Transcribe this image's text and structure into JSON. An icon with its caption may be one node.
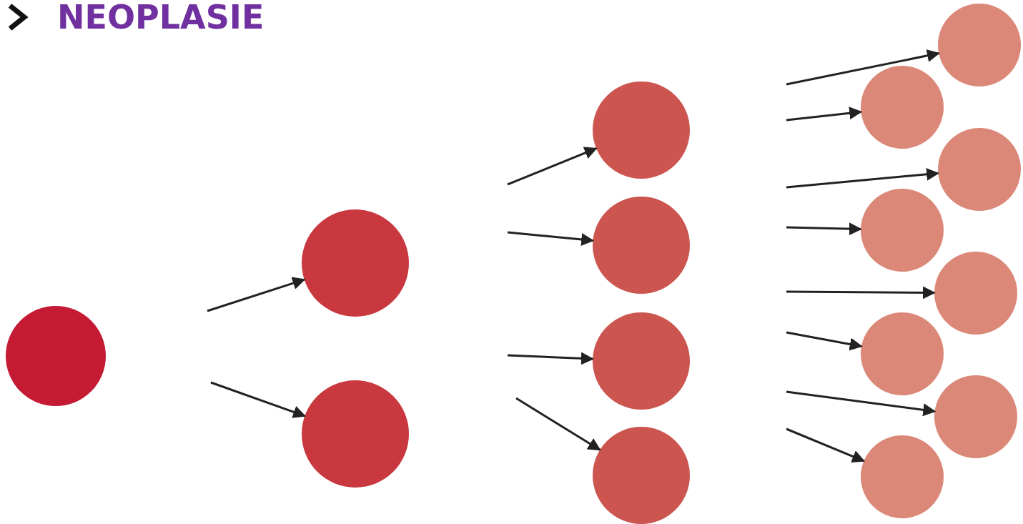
{
  "diagram": {
    "title": "NEOPLASIE",
    "nodes": [
      {
        "text": [],
        "shape": "circle"
      },
      {
        "text": [],
        "shape": "circle"
      },
      {
        "text": [],
        "shape": "circle"
      },
      {
        "text": [],
        "shape": "circle"
      },
      {
        "text": [],
        "shape": "circle"
      },
      {
        "text": [],
        "shape": "circle"
      },
      {
        "text": [],
        "shape": "circle"
      },
      {
        "text": [],
        "shape": "circle"
      },
      {
        "text": [],
        "shape": "circle"
      },
      {
        "text": [],
        "shape": "circle"
      },
      {
        "text": [],
        "shape": "circle"
      },
      {
        "text": [],
        "shape": "circle"
      },
      {
        "text": [],
        "shape": "circle"
      },
      {
        "text": [],
        "shape": "circle"
      },
      {
        "text": [],
        "shape": "circle"
      }
    ],
    "edges": [
      {
        "from": null,
        "to": 1,
        "arrow": "to"
      },
      {
        "from": null,
        "to": 2,
        "arrow": "to"
      },
      {
        "from": null,
        "to": 3,
        "arrow": "to"
      },
      {
        "from": null,
        "to": 4,
        "arrow": "to"
      },
      {
        "from": null,
        "to": 5,
        "arrow": "to"
      },
      {
        "from": null,
        "to": 6,
        "arrow": "to"
      },
      {
        "from": null,
        "to": 7,
        "arrow": "to"
      },
      {
        "from": null,
        "to": 8,
        "arrow": "to"
      },
      {
        "from": null,
        "to": 9,
        "arrow": "to"
      },
      {
        "from": null,
        "to": 10,
        "arrow": "to"
      },
      {
        "from": null,
        "to": 11,
        "arrow": "to"
      },
      {
        "from": null,
        "to": 12,
        "arrow": "to"
      },
      {
        "from": null,
        "to": 13,
        "arrow": "to"
      },
      {
        "from": null,
        "to": 14,
        "arrow": "to"
      }
    ]
  }
}
